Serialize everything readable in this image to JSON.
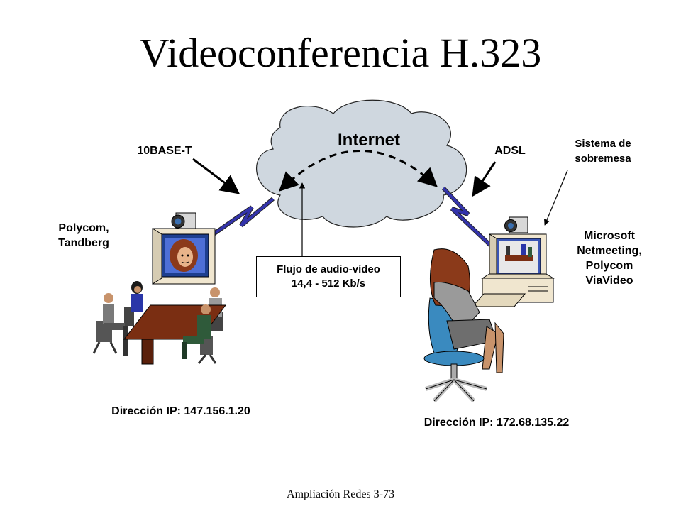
{
  "title": "Videoconferencia H.323",
  "cloud_label": "Internet",
  "left_link": "10BASE-T",
  "right_link": "ADSL",
  "left_system": [
    "Polycom,",
    "Tandberg"
  ],
  "right_system_type": [
    "Sistema de",
    "sobremesa"
  ],
  "right_software": [
    "Microsoft",
    "Netmeeting,",
    "Polycom",
    "ViaVideo"
  ],
  "flow": {
    "line1": "Flujo de audio-vídeo",
    "line2": "14,4 - 512 Kb/s"
  },
  "left_ip": "Dirección IP: 147.156.1.20",
  "right_ip": "Dirección IP: 172.68.135.22",
  "footer": "Ampliación Redes 3-73",
  "colors": {
    "cloud_fill": "#cfd7df",
    "link_blue": "#3333aa",
    "monitor_beige": "#f0e6cf",
    "table_brown": "#7a2e12",
    "hair": "#8b3a1a",
    "skirt": "#6e6e6e",
    "jacket": "#9a9a9a",
    "chair": "#3a8abf"
  }
}
